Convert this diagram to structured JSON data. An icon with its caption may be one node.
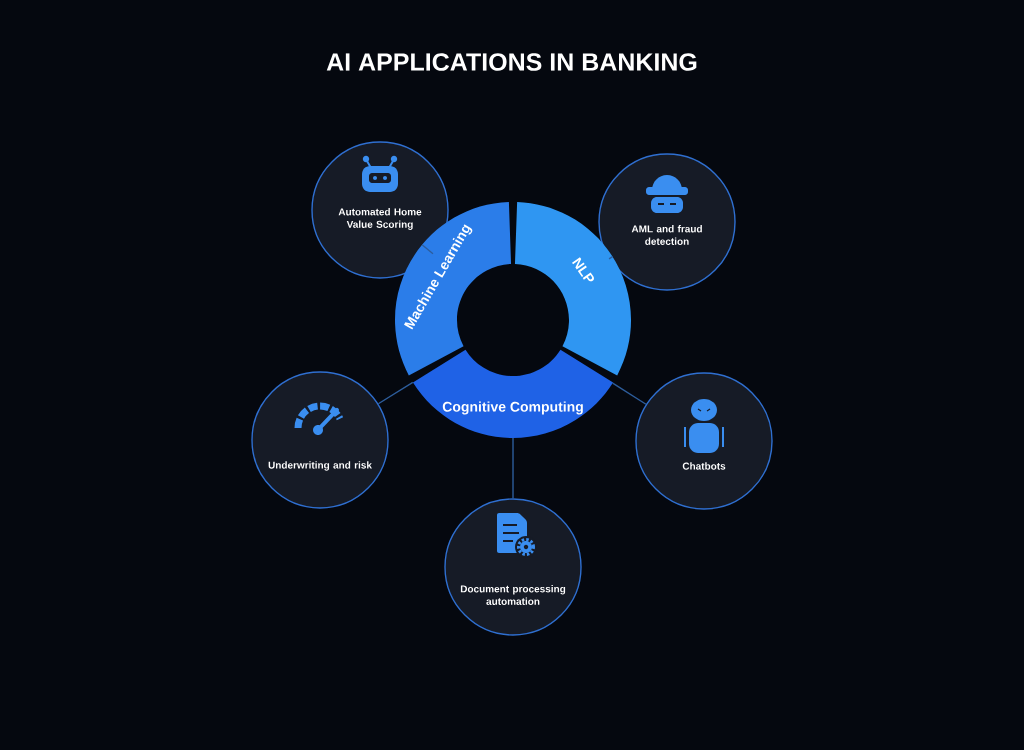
{
  "diagram": {
    "title": "AI APPLICATIONS IN BANKING",
    "nodes": [
      {
        "text": [
          "Automated Home Value Scoring"
        ]
      },
      {
        "text": [
          "AML and fraud detection"
        ]
      },
      {
        "text": [
          "Machine Learning"
        ]
      },
      {
        "text": [
          "NLP"
        ]
      },
      {
        "text": [
          "Underwriting and risk"
        ]
      },
      {
        "text": [
          "Cognitive Computing"
        ]
      },
      {
        "text": [
          "Chatbots"
        ]
      },
      {
        "text": [
          "Document processing automation"
        ]
      }
    ],
    "edges": [
      {
        "from": 0,
        "to": 2,
        "arrow": "none"
      },
      {
        "from": 1,
        "to": 3,
        "arrow": "none"
      },
      {
        "from": 4,
        "to": 2,
        "arrow": "none"
      },
      {
        "from": 6,
        "to": 3,
        "arrow": "none"
      },
      {
        "from": 7,
        "to": 5,
        "arrow": "none"
      }
    ]
  }
}
